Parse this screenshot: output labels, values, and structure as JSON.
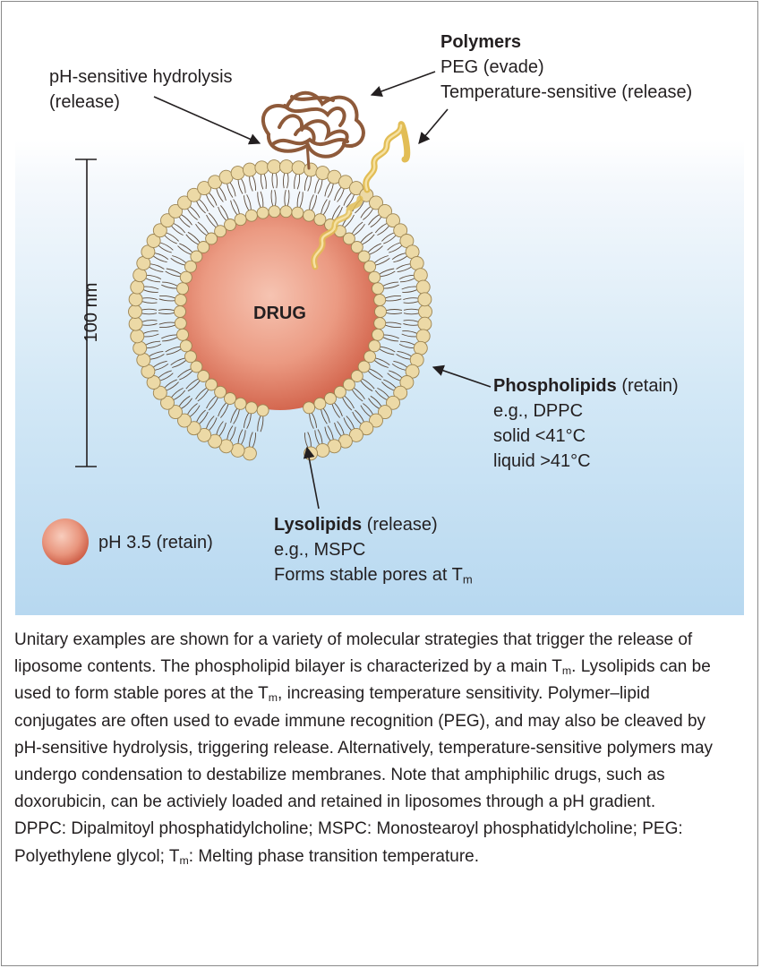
{
  "labels": {
    "hydrolysis_line1": "pH-sensitive hydrolysis",
    "hydrolysis_line2": "(release)",
    "polymers_title": "Polymers",
    "polymers_peg": "PEG (evade)",
    "polymers_temp": "Temperature-sensitive (release)",
    "drug": "DRUG",
    "scale": "100 nm",
    "phospholipids_title": "Phospholipids",
    "phospholipids_suffix": " (retain)",
    "phospholipids_eg": "e.g., DPPC",
    "phospholipids_solid": "solid <41°C",
    "phospholipids_liquid": "liquid >41°C",
    "lysolipids_title": "Lysolipids",
    "lysolipids_suffix": " (release)",
    "lysolipids_eg": "e.g., MSPC",
    "lysolipids_pores": "Forms stable pores at T",
    "lysolipids_pores_sub": "m",
    "ph_legend": "pH 3.5 (retain)"
  },
  "caption": {
    "p1_a": "Unitary examples are shown for a variety of molecular strategies that trigger the release of liposome contents. The phospholipid bilayer is characterized by a main T",
    "p1_sub1": "m",
    "p1_b": ". Lysolipids can be used to form stable pores at the T",
    "p1_sub2": "m",
    "p1_c": ", increasing temperature sensitivity. Polymer–lipid conjugates are often used to evade immune recognition (PEG), and may also be cleaved by pH-sensitive hydrolysis, triggering release. Alternatively, temperature-sensitive polymers may undergo condensation to destabilize membranes. Note that amphiphilic drugs, such as doxorubicin, can be activiely loaded and retained in liposomes through a pH gradient.",
    "p2_a": "DPPC: Dipalmitoyl phosphatidylcholine; MSPC: Monostearoyl phosphatidylcholine; PEG: Polyethylene glycol; T",
    "p2_sub": "m",
    "p2_b": ": Melting phase transition temperature."
  },
  "colors": {
    "drug_center": "#f3b49f",
    "drug_edge": "#d25f48",
    "head_fill": "#ecd9a6",
    "head_stroke": "#9c8452",
    "tail": "#5c4a3a",
    "peg": "#8e5a3a",
    "temp_polymer": "#e8c55e",
    "panel_bottom": "#b7d8f0"
  }
}
